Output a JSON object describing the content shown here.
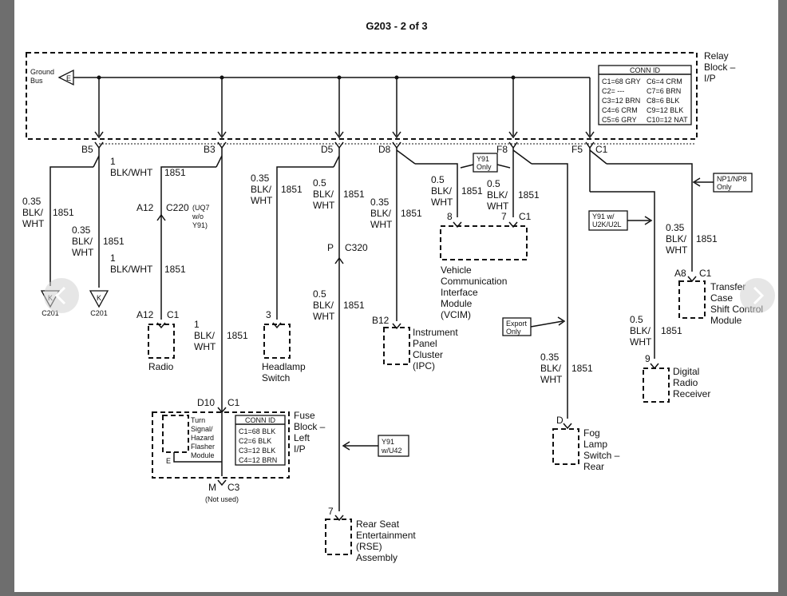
{
  "diagram": {
    "title": "G203 - 2 of 3",
    "relay_block_label": [
      "Relay",
      "Block –",
      "I/P"
    ],
    "ground_bus_label": [
      "Ground",
      "Bus"
    ],
    "ground_bus_pin": "E",
    "conn_id_relay": {
      "header": "CONN ID",
      "rows": [
        [
          "C1=68 GRY",
          "C6=4 CRM"
        ],
        [
          "C2= ---",
          "C7=6 BRN"
        ],
        [
          "C3=12 BRN",
          "C8=6 BLK"
        ],
        [
          "C4=6 CRM",
          "C9=12 BLK"
        ],
        [
          "C5=6 GRY",
          "C10=12 NAT"
        ]
      ]
    },
    "pins": {
      "b5": "B5",
      "b3": "B3",
      "d5": "D5",
      "d8": "D8",
      "f8": "F8",
      "f5": "F5",
      "c1": "C1"
    },
    "wires": {
      "w1": [
        "0.35",
        "BLK/",
        "WHT",
        "1851"
      ],
      "w2": [
        "0.35",
        "BLK/",
        "WHT",
        "1851"
      ],
      "w3a": [
        "1",
        "BLK/WHT",
        "1851"
      ],
      "w3b": [
        "1",
        "BLK/WHT",
        "1851"
      ],
      "w3c": [
        "1",
        "BLK/",
        "WHT",
        "1851"
      ],
      "w4": [
        "0.35",
        "BLK/",
        "WHT",
        "1851"
      ],
      "w5a": [
        "0.5",
        "BLK/",
        "WHT",
        "1851"
      ],
      "w5b": [
        "0.5",
        "BLK/",
        "WHT",
        "1851"
      ],
      "w6": [
        "0.35",
        "BLK/",
        "WHT",
        "1851"
      ],
      "w7": [
        "0.5",
        "BLK/",
        "WHT",
        "1851"
      ],
      "w8": [
        "0.5",
        "BLK/",
        "WHT",
        "1851"
      ],
      "w9": [
        "0.35",
        "BLK/",
        "WHT",
        "1851"
      ],
      "w10": [
        "0.35",
        "BLK/",
        "WHT",
        "1851"
      ],
      "w11": [
        "0.5",
        "BLK/",
        "WHT",
        "1851"
      ]
    },
    "grounds": {
      "g1": {
        "pin": "K",
        "label": "C201"
      },
      "g2": {
        "pin": "K",
        "label": "C201"
      }
    },
    "c220": {
      "pin": "A12",
      "name": "C220",
      "note": [
        "(UQ7",
        "w/o",
        "Y91)"
      ]
    },
    "c320": {
      "pin": "P",
      "name": "C320"
    },
    "radio": {
      "pin": "A12",
      "conn": "C1",
      "label": "Radio"
    },
    "headlamp": {
      "pin": "3",
      "label": [
        "Headlamp",
        "Switch"
      ]
    },
    "ipc": {
      "pin": "B12",
      "label": [
        "Instrument",
        "Panel",
        "Cluster",
        "(IPC)"
      ]
    },
    "vcim": {
      "pin_a": "8",
      "pin_b": "7",
      "conn": "C1",
      "label": [
        "Vehicle",
        "Communication",
        "Interface",
        "Module",
        "(VCIM)"
      ]
    },
    "notes": {
      "y91_only": [
        "Y91",
        "Only"
      ],
      "np1_only": [
        "NP1/NP8",
        "Only"
      ],
      "y91_w": [
        "Y91 w/",
        "U2K/U2L"
      ],
      "export_only": [
        "Export",
        "Only"
      ],
      "y91_u42": [
        "Y91",
        "w/U42"
      ]
    },
    "transfer_case": {
      "pin": "A8",
      "conn": "C1",
      "label": [
        "Transfer",
        "Case",
        "Shift Control",
        "Module"
      ]
    },
    "digital_radio": {
      "pin": "9",
      "label": [
        "Digital",
        "Radio",
        "Receiver"
      ]
    },
    "fog_lamp": {
      "pin": "D",
      "label": [
        "Fog",
        "Lamp",
        "Switch –",
        "Rear"
      ]
    },
    "rse": {
      "pin": "7",
      "label": [
        "Rear Seat",
        "Entertainment",
        "(RSE)",
        "Assembly"
      ]
    },
    "fuse_block": {
      "pin": "D10",
      "conn": "C1",
      "label": [
        "Fuse",
        "Block –",
        "Left",
        "I/P"
      ],
      "flasher": [
        "Turn",
        "Signal/",
        "Hazard",
        "Flasher",
        "Module"
      ],
      "flasher_pin": "E",
      "bottom_pin": "M",
      "bottom_conn": "C3",
      "not_used": "(Not used)",
      "conn_id": {
        "header": "CONN ID",
        "rows": [
          "C1=68 BLK",
          "C2=6 BLK",
          "C3=12 BLK",
          "C4=12 BRN"
        ]
      }
    }
  }
}
